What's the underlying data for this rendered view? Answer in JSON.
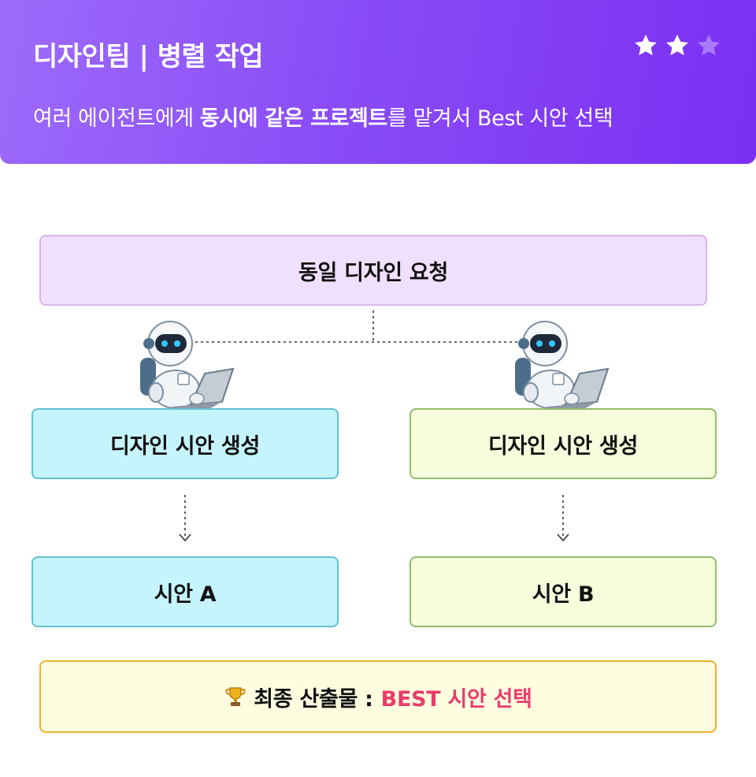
{
  "header": {
    "title": "디자인팀 | 병렬 작업",
    "rating": {
      "filled": 2,
      "total": 3
    },
    "subtitle_pre": "여러 에이전트에게 ",
    "subtitle_bold": "동시에 같은 프로젝트",
    "subtitle_post": "를 맡겨서 Best 시안 선택"
  },
  "diagram": {
    "request": "동일 디자인 요청",
    "agents": [
      {
        "icon": "robot-laptop-icon",
        "task": "디자인 시안 생성",
        "result": "시안 A",
        "color": "#c6f4fd"
      },
      {
        "icon": "robot-laptop-icon",
        "task": "디자인 시안 생성",
        "result": "시안 B",
        "color": "#f6fddc"
      }
    ],
    "final": {
      "icon": "trophy-icon",
      "label": "최종 산출물 :",
      "highlight": "BEST 시안 선택",
      "highlight_color": "#e83c6a"
    }
  },
  "colors": {
    "header_gradient_start": "#9d6bfb",
    "header_gradient_end": "#7b2ff3",
    "request_bg": "#f1e0fd",
    "final_bg": "#fefddf",
    "final_border": "#eab22c"
  }
}
